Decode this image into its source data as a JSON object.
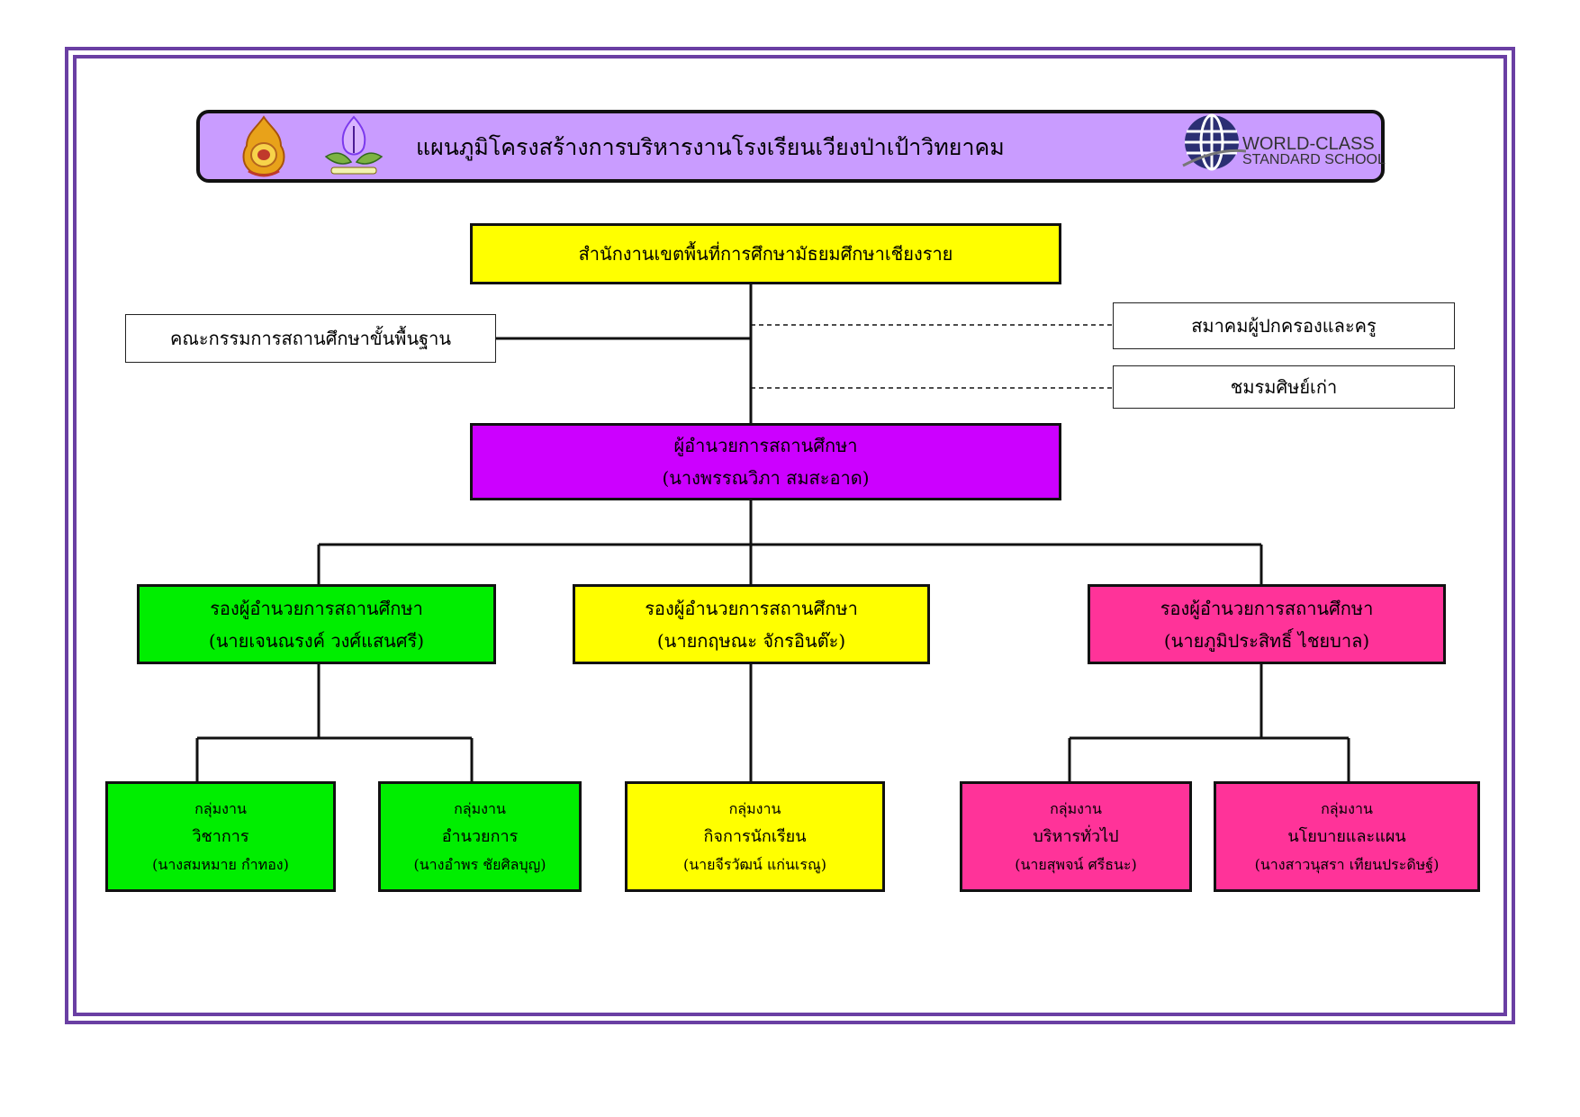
{
  "title": "แผนภูมิโครงสร้างการบริหารงานโรงเรียนเวียงป่าเป้าวิทยาคม",
  "logo_text": {
    "world": "WORLD",
    "class": "CLASS",
    "standard": "STANDARD",
    "school": "SCHOOL"
  },
  "colors": {
    "frame": "#6a3fa3",
    "banner": "#c99cff",
    "yellow": "#ffff00",
    "purple": "#cc00ff",
    "green": "#00ee00",
    "pink": "#ff3399",
    "magenta": "#ff3399"
  },
  "nodes": {
    "office": "สำนักงานเขตพื้นที่การศึกษามัธยมศึกษาเชียงราย",
    "board": "คณะกรรมการสถานศึกษาขั้นพื้นฐาน",
    "parents": "สมาคมผู้ปกครองและครู",
    "alumni": "ชมรมศิษย์เก่า",
    "director": {
      "title": "ผู้อำนวยการสถานศึกษา",
      "name": "(นางพรรณวิภา  สมสะอาด)"
    },
    "deputies": [
      {
        "title": "รองผู้อำนวยการสถานศึกษา",
        "name": "(นายเจนณรงค์  วงศ์แสนศรี)"
      },
      {
        "title": "รองผู้อำนวยการสถานศึกษา",
        "name": "(นายกฤษณะ  จักรอินต๊ะ)"
      },
      {
        "title": "รองผู้อำนวยการสถานศึกษา",
        "name": "(นายภูมิประสิทธิ์  ไชยบาล)"
      }
    ],
    "groups": [
      {
        "label": "กลุ่มงาน",
        "dept": "วิชาการ",
        "head": "(นางสมหมาย  กำทอง)"
      },
      {
        "label": "กลุ่มงาน",
        "dept": "อำนวยการ",
        "head": "(นางอำพร  ชัยศิลบุญ)"
      },
      {
        "label": "กลุ่มงาน",
        "dept": "กิจการนักเรียน",
        "head": "(นายจีรวัฒน์  แก่นเรณู)"
      },
      {
        "label": "กลุ่มงาน",
        "dept": "บริหารทั่วไป",
        "head": "(นายสุพจน์  ศรีธนะ)"
      },
      {
        "label": "กลุ่มงาน",
        "dept": "นโยบายและแผน",
        "head": "(นางสาวนุสรา  เทียนประดิษฐ์)"
      }
    ]
  }
}
